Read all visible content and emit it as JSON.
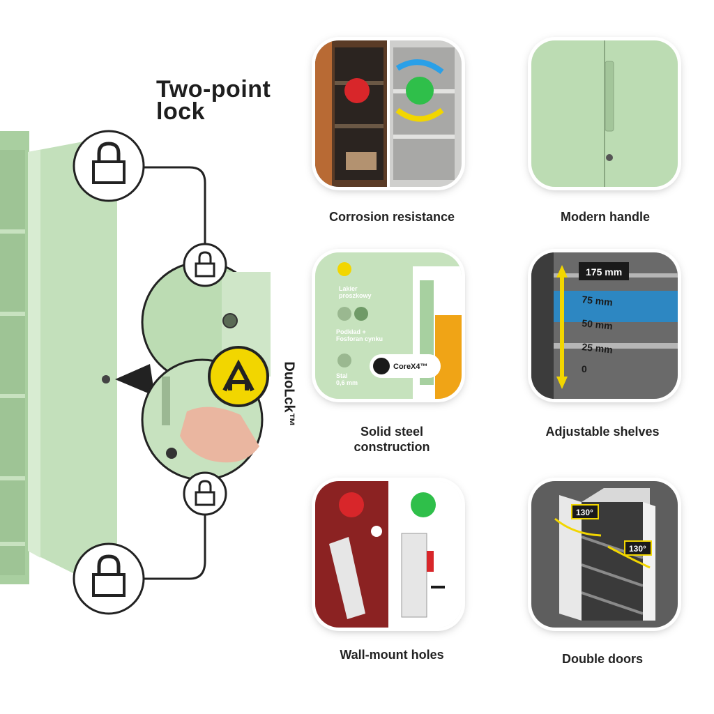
{
  "heading": {
    "line1": "Two-point",
    "line2": "lock"
  },
  "lock_brand": "DuoLck™",
  "features": [
    {
      "label": "Corrosion resistance"
    },
    {
      "label": "Modern handle"
    },
    {
      "label": "Solid steel",
      "label2": "construction"
    },
    {
      "label": "Adjustable shelves"
    },
    {
      "label": "Wall-mount holes"
    },
    {
      "label": "Double doors"
    }
  ],
  "steel_tile": {
    "layer1": "Lakier",
    "layer1b": "proszkowy",
    "layer2": "Podkład +",
    "layer2b": "Fosforan cynku",
    "layer3": "Stal",
    "layer3b": "0,6 mm",
    "brand": "CoreX4™"
  },
  "shelf_tile": {
    "top": "175 mm",
    "t75": "75 mm",
    "t50": "50 mm",
    "t25": "25 mm",
    "t0": "0"
  },
  "door_tile": {
    "angle_left": "130°",
    "angle_right": "130°"
  },
  "colors": {
    "cabinet_green": "#b9d9b0",
    "accent_yellow": "#f2d600",
    "dark": "#222222"
  }
}
